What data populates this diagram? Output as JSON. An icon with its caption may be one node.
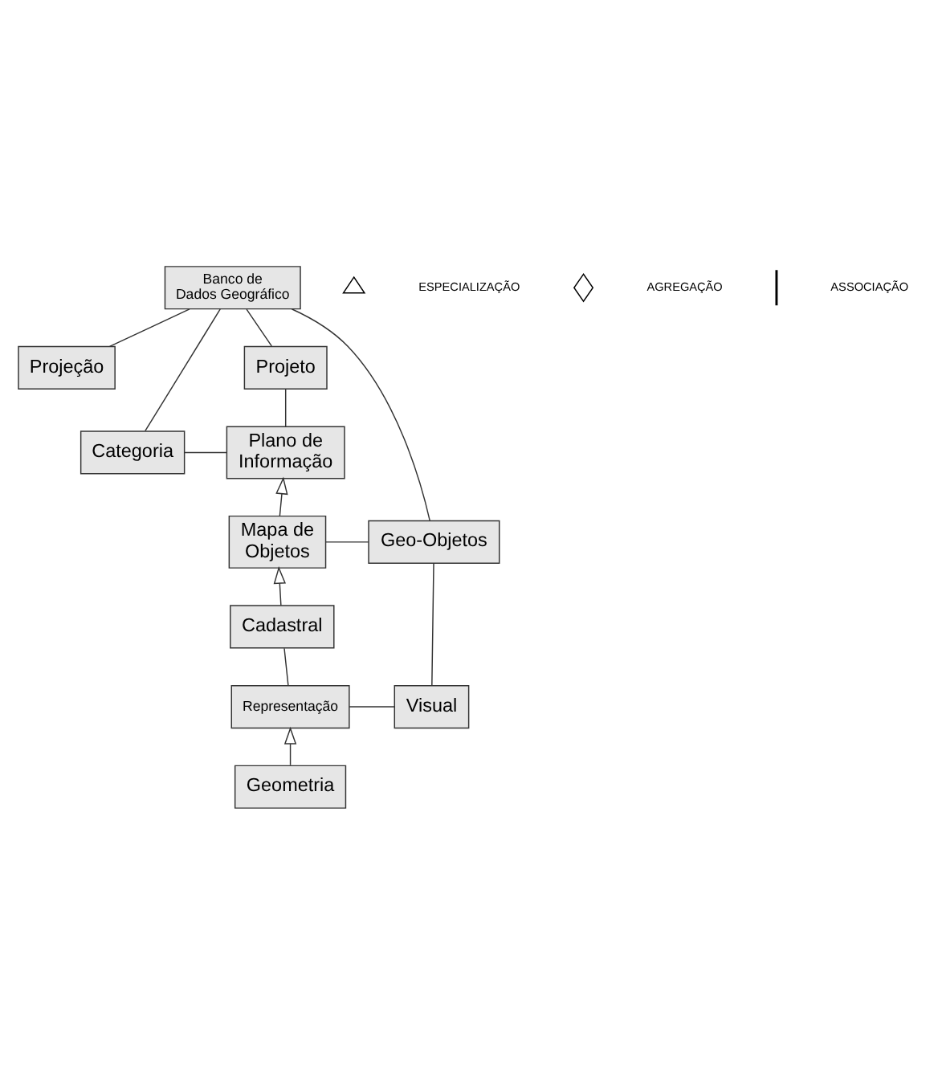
{
  "diagram": {
    "nodes": [
      {
        "text": [
          "Banco de Dados Geográfico"
        ]
      },
      {
        "text": [
          "Projeção"
        ]
      },
      {
        "text": [
          "Projeto"
        ]
      },
      {
        "text": [
          "Categoria"
        ]
      },
      {
        "text": [
          "Plano de Informação"
        ]
      },
      {
        "text": [
          "Mapa de Objetos"
        ]
      },
      {
        "text": [
          "Geo-Objetos"
        ]
      },
      {
        "text": [
          "Cadastral"
        ]
      },
      {
        "text": [
          "Representação"
        ]
      },
      {
        "text": [
          "Visual"
        ]
      },
      {
        "text": [
          "Geometria"
        ]
      }
    ],
    "edges": [
      {
        "from": 0,
        "to": 1,
        "arrow": "none"
      },
      {
        "from": 0,
        "to": 2,
        "arrow": "none"
      },
      {
        "from": 0,
        "to": 3,
        "arrow": "none"
      },
      {
        "from": 0,
        "to": 6,
        "arrow": "none"
      },
      {
        "from": 2,
        "to": 4,
        "arrow": "none"
      },
      {
        "from": 3,
        "to": 4,
        "arrow": "none"
      },
      {
        "from": 5,
        "to": 4,
        "arrow": "to"
      },
      {
        "from": 5,
        "to": 6,
        "arrow": "none"
      },
      {
        "from": 7,
        "to": 5,
        "arrow": "to"
      },
      {
        "from": 7,
        "to": 8,
        "arrow": "none"
      },
      {
        "from": 10,
        "to": 8,
        "arrow": "to"
      },
      {
        "from": 8,
        "to": 9,
        "arrow": "none"
      },
      {
        "from": 6,
        "to": 9,
        "arrow": "none"
      }
    ],
    "legend": [
      {
        "text": "ESPECIALIZAÇÃO"
      },
      {
        "text": "AGREGAÇÃO"
      },
      {
        "text": "ASSOCIAÇÃO"
      }
    ]
  }
}
